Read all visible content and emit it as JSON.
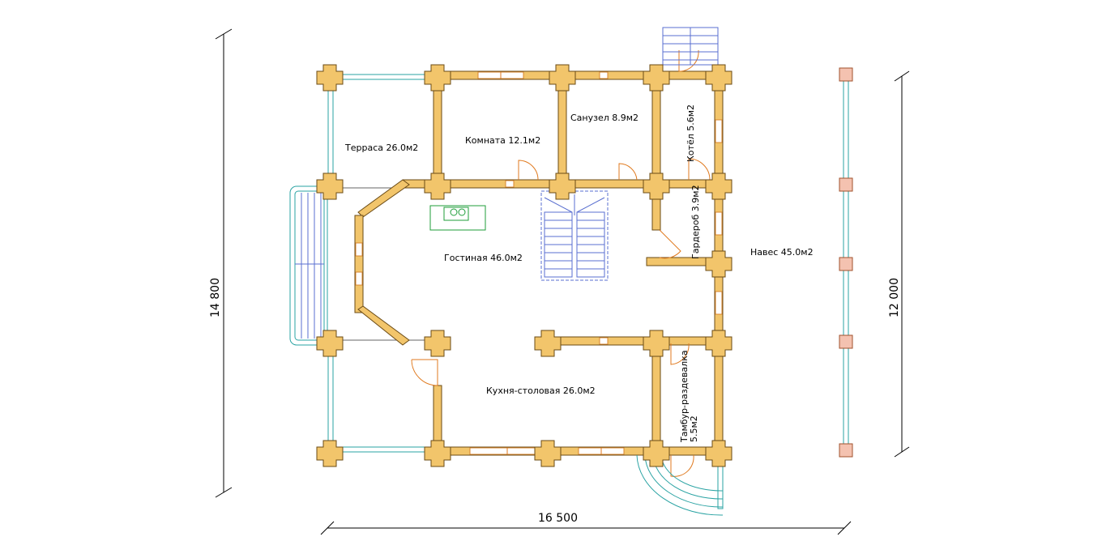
{
  "rooms": {
    "terrace": "Терраса 26.0м2",
    "room": "Комната 12.1м2",
    "bathroom": "Санузел 8.9м2",
    "boiler": "Котёл 5.6м2",
    "wardrobe": "Гардероб 3.9м2",
    "canopy": "Навес 45.0м2",
    "living": "Гостиная 46.0м2",
    "kitchen": "Кухня-столовая 26.0м2",
    "vestibule_line1": "Тамбур-раздевалка",
    "vestibule_line2": "5.5м2"
  },
  "dimensions": {
    "width_total": "16 500",
    "height_total": "14 800",
    "canopy_length": "12 000"
  },
  "colors": {
    "wall": "#f2c56b",
    "wall_outline": "#6b4b16",
    "window_frame": "#d8852e",
    "glazing": "#2aa3a3",
    "door": "#e07a1f",
    "stair": "#5a6fd0",
    "stove": "#1f9e3a",
    "column": "#f4c2b0"
  }
}
